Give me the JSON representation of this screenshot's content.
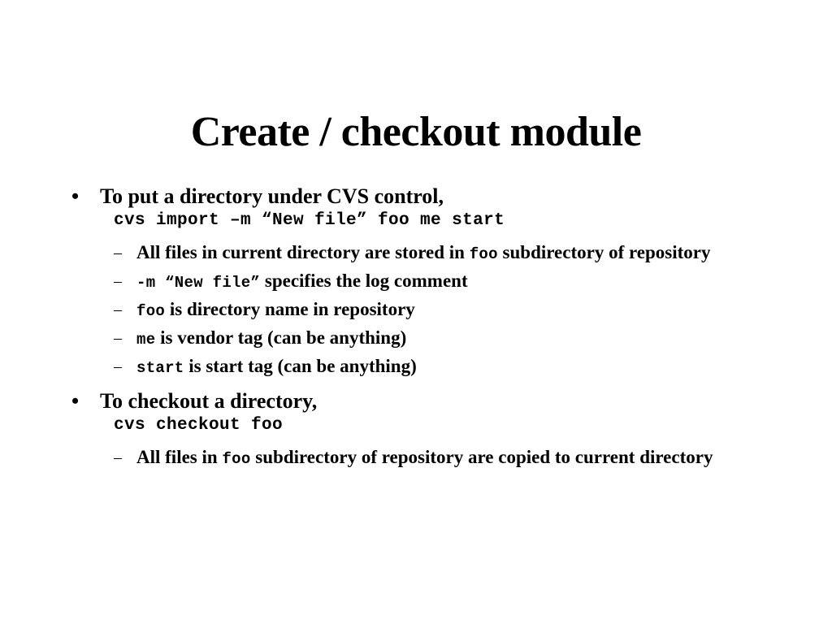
{
  "slide": {
    "title": "Create / checkout module",
    "background_color": "#ffffff",
    "text_color": "#000000",
    "bullet_marker": "•",
    "sub_bullet_marker": "–",
    "blocks": [
      {
        "type": "bullet",
        "text": "To put a directory under CVS control,"
      },
      {
        "type": "code",
        "text": "cvs import –m “New file” foo me start"
      },
      {
        "type": "sub_bullet",
        "parts": [
          {
            "style": "prose",
            "text": "All files in current directory are stored in "
          },
          {
            "style": "mono",
            "text": "foo"
          },
          {
            "style": "prose",
            "text": " subdirectory of repository"
          }
        ]
      },
      {
        "type": "sub_bullet",
        "parts": [
          {
            "style": "mono",
            "text": "-m “New file”"
          },
          {
            "style": "prose",
            "text": " specifies the log comment"
          }
        ]
      },
      {
        "type": "sub_bullet",
        "parts": [
          {
            "style": "mono",
            "text": "foo"
          },
          {
            "style": "prose",
            "text": " is directory name in repository"
          }
        ]
      },
      {
        "type": "sub_bullet",
        "parts": [
          {
            "style": "mono",
            "text": "me"
          },
          {
            "style": "prose",
            "text": " is vendor tag (can be anything)"
          }
        ]
      },
      {
        "type": "sub_bullet",
        "parts": [
          {
            "style": "mono",
            "text": "start"
          },
          {
            "style": "prose",
            "text": " is start tag (can be anything)"
          }
        ]
      },
      {
        "type": "bullet",
        "text": "To checkout a directory,"
      },
      {
        "type": "code",
        "text": "cvs checkout foo"
      },
      {
        "type": "sub_bullet",
        "parts": [
          {
            "style": "prose",
            "text": "All files in "
          },
          {
            "style": "mono",
            "text": "foo"
          },
          {
            "style": "prose",
            "text": " subdirectory of repository are copied to current directory"
          }
        ]
      }
    ]
  }
}
